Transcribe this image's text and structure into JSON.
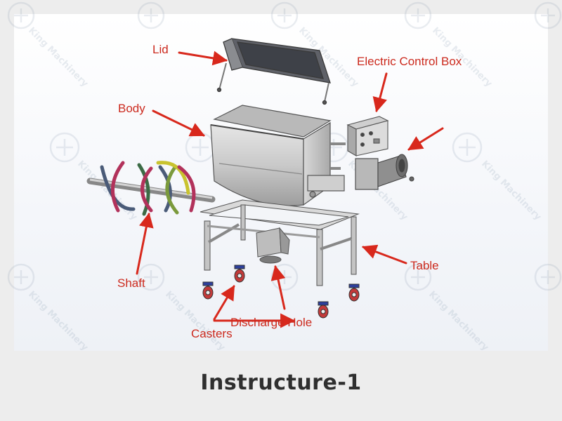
{
  "labels": {
    "lid": "Lid",
    "electric_control_box": "Electric Control Box",
    "body": "Body",
    "table": "Table",
    "shaft": "Shaft",
    "discharge_hole": "Discharge Hole",
    "casters": "Casters"
  },
  "caption": "Instructure-1",
  "watermark": {
    "text": "King Machinery",
    "icon": "king-machinery-logo-icon"
  },
  "colors": {
    "label_red": "#cc2a1e",
    "caption": "#2f2f2f",
    "background": "#ededed",
    "panel": "#ffffff"
  }
}
